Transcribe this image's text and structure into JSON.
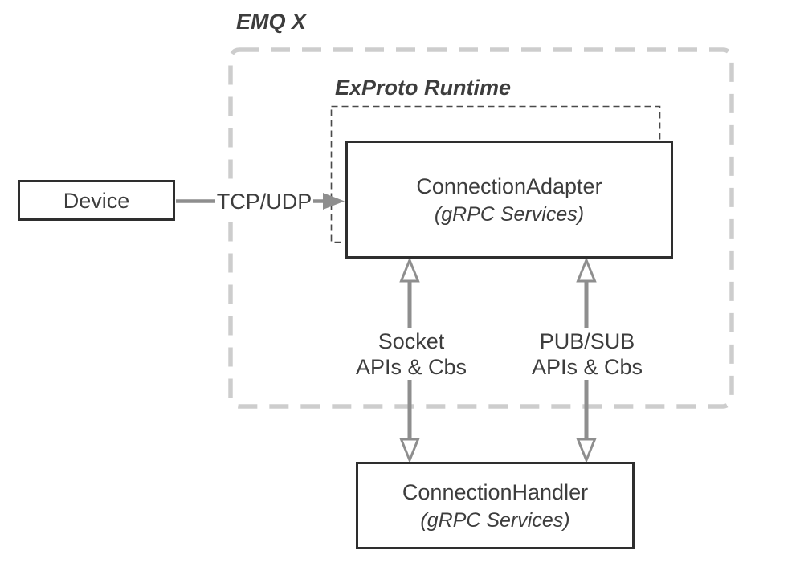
{
  "diagram": {
    "title": "EMQ X",
    "runtime_group_label": "ExProto Runtime",
    "nodes": {
      "device": {
        "label": "Device"
      },
      "adapter": {
        "label": "ConnectionAdapter",
        "sublabel": "(gRPC Services)"
      },
      "handler": {
        "label": "ConnectionHandler",
        "sublabel": "(gRPC Services)"
      }
    },
    "edges": {
      "tcp": {
        "label": "TCP/UDP"
      },
      "socket": {
        "line1": "Socket",
        "line2": "APIs & Cbs"
      },
      "pubsub": {
        "line1": "PUB/SUB",
        "line2": "APIs & Cbs"
      }
    },
    "colors": {
      "text": "#3d3d3d",
      "node_border": "#2e2e2e",
      "arrow": "#8e8e8e",
      "outer_dashed_border": "#cdcdcd",
      "inner_dashed_border": "#4a4a4a",
      "background": "#ffffff"
    }
  }
}
